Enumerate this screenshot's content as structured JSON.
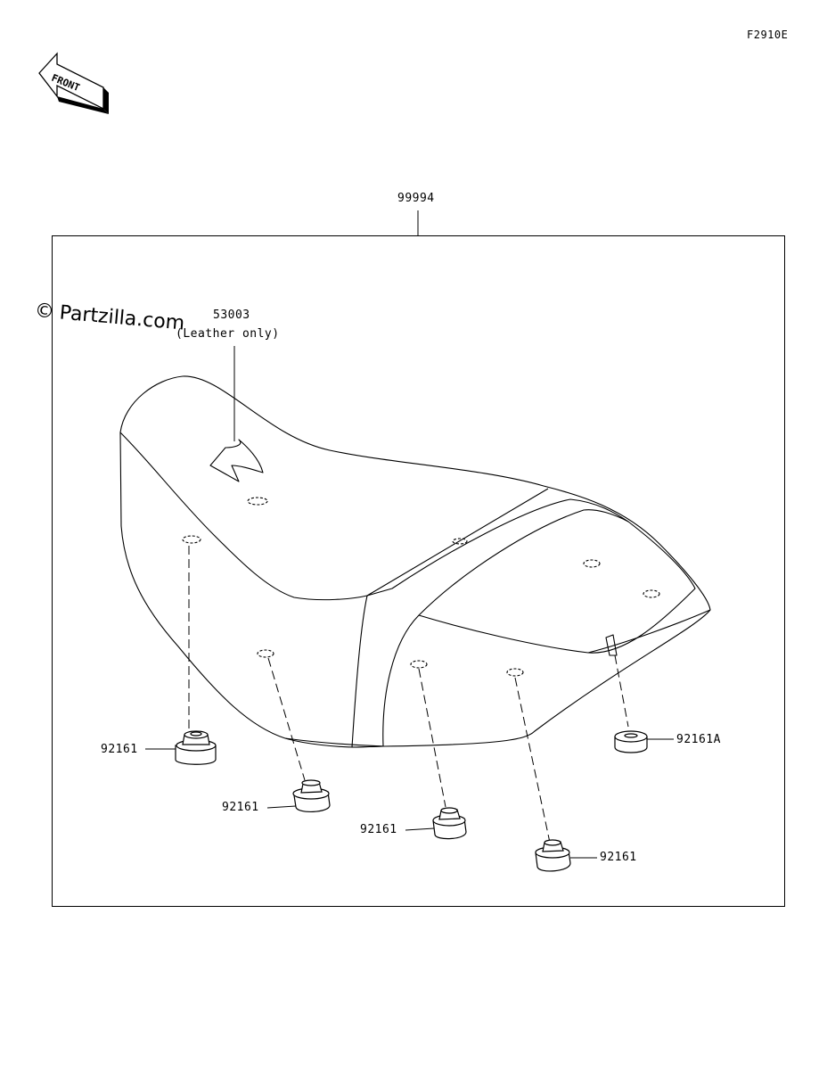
{
  "diagram_id": "F2910E",
  "watermark": {
    "symbol": "©",
    "text": "Partzilla.com"
  },
  "front_arrow": {
    "label": "FRONT"
  },
  "parts": {
    "assembly": "99994",
    "emblem": "53003",
    "emblem_note": "(Leather only)",
    "damper_1": "92161",
    "damper_2": "92161",
    "damper_3": "92161",
    "damper_4": "92161",
    "damper_5": "92161A"
  }
}
